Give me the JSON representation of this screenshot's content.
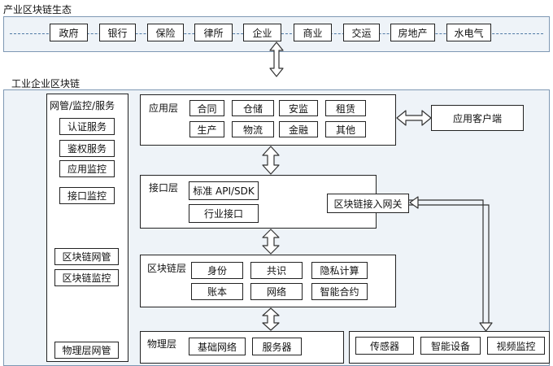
{
  "industry": {
    "title": "产业区块链生态",
    "items": [
      "政府",
      "银行",
      "保险",
      "律所",
      "企业",
      "商业",
      "交运",
      "房地产",
      "水电气"
    ]
  },
  "enterprise": {
    "title": "工业企业区块链",
    "side_title": "网管/监控/服务",
    "side_items": [
      "认证服务",
      "鉴权服务",
      "应用监控",
      "接口监控",
      "区块链网管",
      "区块链监控",
      "物理层网管"
    ],
    "app_layer": {
      "label": "应用层",
      "items": [
        "合同",
        "仓储",
        "安监",
        "租赁",
        "生产",
        "物流",
        "金融",
        "其他"
      ]
    },
    "app_client": "应用客户端",
    "interface_layer": {
      "label": "接口层",
      "items": [
        "标准 API/SDK",
        "行业接口"
      ]
    },
    "gateway": "区块链接入网关",
    "chain_layer": {
      "label": "区块链层",
      "items": [
        "身份",
        "共识",
        "隐私计算",
        "账本",
        "网络",
        "智能合约"
      ]
    },
    "physical_layer": {
      "label": "物理层",
      "items": [
        "基础网络",
        "服务器"
      ]
    },
    "devices": [
      "传感器",
      "智能设备",
      "视频监控"
    ]
  },
  "colors": {
    "panel_bg": "#eef3f8",
    "panel_border": "#7e98b4",
    "dash": "#4f7aa5"
  }
}
